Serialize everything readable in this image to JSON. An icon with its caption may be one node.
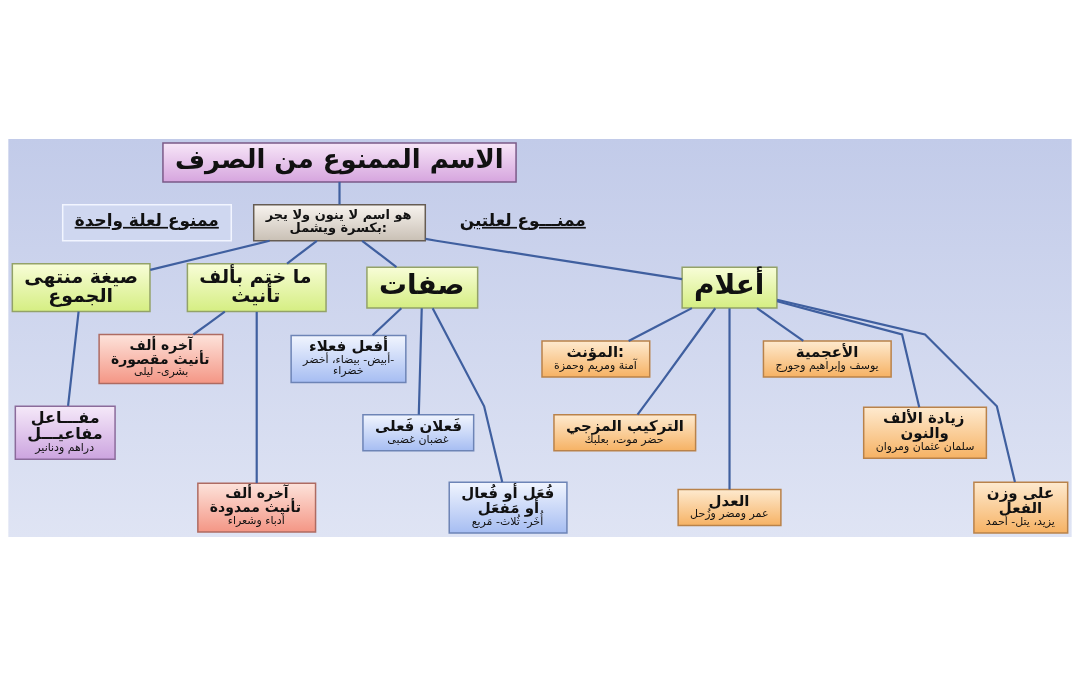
{
  "diagram": {
    "nodes": [
      {
        "text": [
          "الاسم الممنوع من الصرف"
        ]
      },
      {
        "text": [
          "هو اسم لا ينون ولا يجر بكسرة ويشمل:"
        ]
      },
      {
        "text": [
          "ممنوع لعلة واحدة"
        ]
      },
      {
        "text": [
          "أعلام"
        ]
      },
      {
        "text": [
          "صفات"
        ]
      },
      {
        "text": [
          "ما ختم بألف تأنيث"
        ]
      },
      {
        "text": [
          "صيغة منتهى الجموع"
        ]
      },
      {
        "text": [
          "الأعجمية",
          "يوسف وإبراهيم وجورج"
        ]
      },
      {
        "text": [
          "المؤنث:",
          "آمنة ومريم وحمزة"
        ]
      },
      {
        "text": [
          "زيادة الألف والنون",
          "سلمان عثمان ومروان"
        ]
      },
      {
        "text": [
          "التركيب المزجي",
          "حضر موت، بعلبك"
        ]
      },
      {
        "text": [
          "على وزن الفعل",
          "يزيد، يتل- أحمد"
        ]
      },
      {
        "text": [
          "العدل",
          "عمر ومضر وزُحل"
        ]
      },
      {
        "text": [
          "أفعل فعلاء",
          "أبيض- بيضاء، أخضر- خضراء"
        ]
      },
      {
        "text": [
          "فَعلان فَعلى",
          "غضبان غضبى"
        ]
      },
      {
        "text": [
          "فُعَل أو فُعال أو مَفعَل",
          "أُخَر- ثُلاث- مَربع"
        ]
      },
      {
        "text": [
          "آخره ألف تأنيث مقصورة",
          "بشرى- ليلى"
        ]
      },
      {
        "text": [
          "آخره ألف تأنيث ممدودة",
          "أدباء وشعراء"
        ]
      },
      {
        "text": [
          "مفـــاعل مفاعيـــل",
          "دراهم ودنانير"
        ]
      }
    ],
    "edges": [
      {
        "from": 0,
        "to": 1,
        "arrow": "none"
      },
      {
        "from": 1,
        "to": 6,
        "arrow": "none"
      },
      {
        "from": 1,
        "to": 5,
        "arrow": "none"
      },
      {
        "from": 1,
        "to": 4,
        "arrow": "none"
      },
      {
        "from": 1,
        "to": 3,
        "arrow": "none"
      },
      {
        "from": 6,
        "to": 18,
        "arrow": "none"
      },
      {
        "from": 5,
        "to": 16,
        "arrow": "none"
      },
      {
        "from": 5,
        "to": 17,
        "arrow": "none"
      },
      {
        "from": 4,
        "to": 13,
        "arrow": "none"
      },
      {
        "from": 4,
        "to": 14,
        "arrow": "none"
      },
      {
        "from": 4,
        "to": 15,
        "arrow": "none"
      },
      {
        "from": 3,
        "to": 8,
        "arrow": "none"
      },
      {
        "from": 3,
        "to": 7,
        "arrow": "none"
      },
      {
        "from": 3,
        "to": 10,
        "arrow": "none"
      },
      {
        "from": 3,
        "to": 9,
        "arrow": "none"
      },
      {
        "from": 3,
        "to": 12,
        "arrow": "none"
      },
      {
        "from": 3,
        "to": 11,
        "arrow": "none"
      }
    ],
    "labels": [
      "ممنـــوع لعلتين"
    ]
  }
}
